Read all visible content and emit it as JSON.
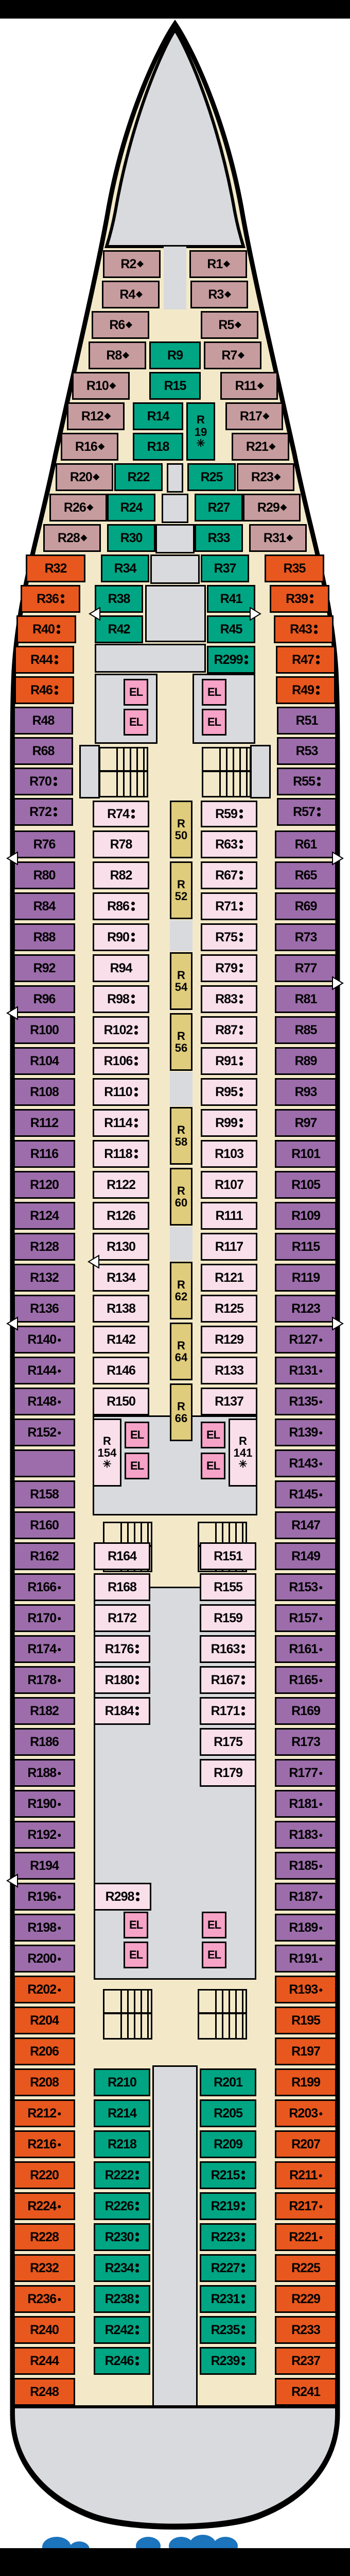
{
  "palette": {
    "mauve_cabin": "#c79c9e",
    "orange_cabin": "#e8571d",
    "green_cabin": "#00a583",
    "purple_cabin": "#9c6daa",
    "pink_cabin": "#f9dfe9",
    "elevator_pink": "#f6a3c7",
    "interior_yellow": "#dfcc7c",
    "corridor_cream": "#f3e9c8",
    "deck_gray": "#d9dadd",
    "wave_blue": "#1b74bc",
    "outline_black": "#000000"
  },
  "elevator_label": "EL",
  "symbol_glyphs": {
    "diamond": "◆",
    "dot": "●",
    "star": "✳",
    "dots": "two stacked dots"
  },
  "sections": {
    "bow_port": [
      {
        "label": "R2",
        "sym": "diamond"
      },
      {
        "label": "R4",
        "sym": "diamond"
      },
      {
        "label": "R6",
        "sym": "diamond"
      },
      {
        "label": "R8",
        "sym": "diamond"
      },
      {
        "label": "R10",
        "sym": "diamond"
      },
      {
        "label": "R12",
        "sym": "diamond"
      },
      {
        "label": "R16",
        "sym": "diamond"
      },
      {
        "label": "R20",
        "sym": "diamond"
      },
      {
        "label": "R26",
        "sym": "diamond"
      },
      {
        "label": "R28",
        "sym": "diamond"
      }
    ],
    "bow_stbd": [
      {
        "label": "R1",
        "sym": "diamond"
      },
      {
        "label": "R3",
        "sym": "diamond"
      },
      {
        "label": "R5",
        "sym": "diamond"
      },
      {
        "label": "R7",
        "sym": "diamond"
      },
      {
        "label": "R11",
        "sym": "diamond"
      },
      {
        "label": "R17",
        "sym": "diamond"
      },
      {
        "label": "R21",
        "sym": "diamond"
      },
      {
        "label": "R23",
        "sym": "diamond"
      },
      {
        "label": "R29",
        "sym": "diamond"
      },
      {
        "label": "R31",
        "sym": "diamond"
      }
    ],
    "bow_center": [
      {
        "label": "R9",
        "sym": null
      },
      {
        "label": "R15",
        "sym": null
      },
      {
        "label": "R14",
        "sym": null
      },
      {
        "label": "R18",
        "sym": null
      },
      {
        "label": "R19",
        "sym": "star"
      }
    ],
    "fwd_green_port": [
      {
        "label": "R22",
        "sym": null
      },
      {
        "label": "R24",
        "sym": null
      },
      {
        "label": "R30",
        "sym": null
      },
      {
        "label": "R34",
        "sym": null
      },
      {
        "label": "R38",
        "sym": null
      },
      {
        "label": "R42",
        "sym": null
      }
    ],
    "fwd_green_stbd": [
      {
        "label": "R25",
        "sym": null
      },
      {
        "label": "R27",
        "sym": null
      },
      {
        "label": "R33",
        "sym": null
      },
      {
        "label": "R37",
        "sym": null
      },
      {
        "label": "R41",
        "sym": null
      },
      {
        "label": "R45",
        "sym": null
      },
      {
        "label": "R299",
        "sym": "dots"
      }
    ],
    "fwd_orange_port": [
      {
        "label": "R32",
        "sym": null
      },
      {
        "label": "R36",
        "sym": "dots"
      },
      {
        "label": "R40",
        "sym": "dots"
      },
      {
        "label": "R44",
        "sym": "dots"
      },
      {
        "label": "R46",
        "sym": "dots"
      }
    ],
    "fwd_orange_stbd": [
      {
        "label": "R35",
        "sym": null
      },
      {
        "label": "R39",
        "sym": "dots"
      },
      {
        "label": "R43",
        "sym": "dots"
      },
      {
        "label": "R47",
        "sym": "dots"
      },
      {
        "label": "R49",
        "sym": "dots"
      }
    ],
    "fwd_purple_port": [
      {
        "label": "R48",
        "sym": null
      },
      {
        "label": "R68",
        "sym": null
      },
      {
        "label": "R70",
        "sym": "dots"
      },
      {
        "label": "R72",
        "sym": "dots"
      }
    ],
    "fwd_purple_stbd": [
      {
        "label": "R51",
        "sym": null
      },
      {
        "label": "R53",
        "sym": null
      },
      {
        "label": "R55",
        "sym": "dots"
      },
      {
        "label": "R57",
        "sym": "dots"
      }
    ],
    "mid_outer_port": [
      {
        "label": "R76",
        "sym": null
      },
      {
        "label": "R80",
        "sym": null
      },
      {
        "label": "R84",
        "sym": null
      },
      {
        "label": "R88",
        "sym": null
      },
      {
        "label": "R92",
        "sym": null
      },
      {
        "label": "R96",
        "sym": null
      },
      {
        "label": "R100",
        "sym": null
      },
      {
        "label": "R104",
        "sym": null
      },
      {
        "label": "R108",
        "sym": null
      },
      {
        "label": "R112",
        "sym": null
      },
      {
        "label": "R116",
        "sym": null
      },
      {
        "label": "R120",
        "sym": null
      },
      {
        "label": "R124",
        "sym": null
      },
      {
        "label": "R128",
        "sym": null
      },
      {
        "label": "R132",
        "sym": null
      },
      {
        "label": "R136",
        "sym": null
      },
      {
        "label": "R140",
        "sym": "dot"
      },
      {
        "label": "R144",
        "sym": "dot"
      },
      {
        "label": "R148",
        "sym": "dot"
      },
      {
        "label": "R152",
        "sym": "dot"
      },
      {
        "label": "",
        "sym": null
      },
      {
        "label": "R158",
        "sym": null
      }
    ],
    "mid_outer_stbd": [
      {
        "label": "R61",
        "sym": null
      },
      {
        "label": "R65",
        "sym": null
      },
      {
        "label": "R69",
        "sym": null
      },
      {
        "label": "R73",
        "sym": null
      },
      {
        "label": "R77",
        "sym": null
      },
      {
        "label": "R81",
        "sym": null
      },
      {
        "label": "R85",
        "sym": null
      },
      {
        "label": "R89",
        "sym": null
      },
      {
        "label": "R93",
        "sym": null
      },
      {
        "label": "R97",
        "sym": null
      },
      {
        "label": "R101",
        "sym": null
      },
      {
        "label": "R105",
        "sym": null
      },
      {
        "label": "R109",
        "sym": null
      },
      {
        "label": "R115",
        "sym": null
      },
      {
        "label": "R119",
        "sym": null
      },
      {
        "label": "R123",
        "sym": null
      },
      {
        "label": "R127",
        "sym": "dot"
      },
      {
        "label": "R131",
        "sym": "dot"
      },
      {
        "label": "R135",
        "sym": "dot"
      },
      {
        "label": "R139",
        "sym": "dot"
      },
      {
        "label": "R143",
        "sym": "dot"
      },
      {
        "label": "R145",
        "sym": "dot"
      }
    ],
    "mid_inner_port": [
      {
        "label": "R74",
        "sym": "dots"
      },
      {
        "label": "R78",
        "sym": null
      },
      {
        "label": "R82",
        "sym": null
      },
      {
        "label": "R86",
        "sym": "dots"
      },
      {
        "label": "R90",
        "sym": "dots"
      },
      {
        "label": "R94",
        "sym": null
      },
      {
        "label": "R98",
        "sym": "dots"
      },
      {
        "label": "R102",
        "sym": "dots"
      },
      {
        "label": "R106",
        "sym": "dots"
      },
      {
        "label": "R110",
        "sym": "dots"
      },
      {
        "label": "R114",
        "sym": "dots"
      },
      {
        "label": "R118",
        "sym": "dots"
      },
      {
        "label": "R122",
        "sym": null
      },
      {
        "label": "R126",
        "sym": null
      },
      {
        "label": "R130",
        "sym": null
      },
      {
        "label": "R134",
        "sym": null
      },
      {
        "label": "R138",
        "sym": null
      },
      {
        "label": "R142",
        "sym": null
      },
      {
        "label": "R146",
        "sym": null
      },
      {
        "label": "R150",
        "sym": null
      },
      {
        "label": "R154",
        "sym": "star"
      }
    ],
    "mid_inner_stbd": [
      {
        "label": "R59",
        "sym": "dots"
      },
      {
        "label": "R63",
        "sym": "dots"
      },
      {
        "label": "R67",
        "sym": "dots"
      },
      {
        "label": "R71",
        "sym": "dots"
      },
      {
        "label": "R75",
        "sym": "dots"
      },
      {
        "label": "R79",
        "sym": "dots"
      },
      {
        "label": "R83",
        "sym": "dots"
      },
      {
        "label": "R87",
        "sym": "dots"
      },
      {
        "label": "R91",
        "sym": "dots"
      },
      {
        "label": "R95",
        "sym": "dots"
      },
      {
        "label": "R99",
        "sym": "dots"
      },
      {
        "label": "R103",
        "sym": null
      },
      {
        "label": "R107",
        "sym": null
      },
      {
        "label": "R111",
        "sym": null
      },
      {
        "label": "R117",
        "sym": null
      },
      {
        "label": "R121",
        "sym": null
      },
      {
        "label": "R125",
        "sym": null
      },
      {
        "label": "R129",
        "sym": null
      },
      {
        "label": "R133",
        "sym": null
      },
      {
        "label": "R137",
        "sym": null
      },
      {
        "label": "R141",
        "sym": "star"
      }
    ],
    "center_interior": [
      {
        "label": "R50",
        "sym": null
      },
      {
        "label": "R52",
        "sym": null
      },
      {
        "label": "R54",
        "sym": null
      },
      {
        "label": "R56",
        "sym": null
      },
      {
        "label": "R58",
        "sym": null
      },
      {
        "label": "R60",
        "sym": null
      },
      {
        "label": "R62",
        "sym": null
      },
      {
        "label": "R64",
        "sym": null
      },
      {
        "label": "R66",
        "sym": null
      }
    ],
    "aft_outer_port": [
      {
        "label": "R160",
        "sym": null
      },
      {
        "label": "R162",
        "sym": null
      },
      {
        "label": "R166",
        "sym": "dot"
      },
      {
        "label": "R170",
        "sym": "dot"
      },
      {
        "label": "R174",
        "sym": "dot"
      },
      {
        "label": "R178",
        "sym": "dot"
      },
      {
        "label": "R182",
        "sym": null
      },
      {
        "label": "R186",
        "sym": null
      },
      {
        "label": "R188",
        "sym": "dot"
      },
      {
        "label": "R190",
        "sym": "dot"
      },
      {
        "label": "R192",
        "sym": "dot"
      },
      {
        "label": "R194",
        "sym": null
      },
      {
        "label": "R196",
        "sym": "dot"
      },
      {
        "label": "R198",
        "sym": "dot"
      },
      {
        "label": "R200",
        "sym": "dot"
      },
      {
        "label": "R202",
        "sym": "dot"
      },
      {
        "label": "R204",
        "sym": null
      },
      {
        "label": "R206",
        "sym": null
      },
      {
        "label": "R208",
        "sym": null
      },
      {
        "label": "R212",
        "sym": "dot"
      },
      {
        "label": "R216",
        "sym": "dot"
      },
      {
        "label": "R220",
        "sym": null
      },
      {
        "label": "R224",
        "sym": "dot"
      },
      {
        "label": "R228",
        "sym": null
      },
      {
        "label": "R232",
        "sym": null
      },
      {
        "label": "R236",
        "sym": "dot"
      },
      {
        "label": "R240",
        "sym": null
      },
      {
        "label": "R244",
        "sym": null
      },
      {
        "label": "R248",
        "sym": null
      }
    ],
    "aft_outer_stbd": [
      {
        "label": "R147",
        "sym": null
      },
      {
        "label": "R149",
        "sym": null
      },
      {
        "label": "R153",
        "sym": "dot"
      },
      {
        "label": "R157",
        "sym": "dot"
      },
      {
        "label": "R161",
        "sym": "dot"
      },
      {
        "label": "R165",
        "sym": "dot"
      },
      {
        "label": "R169",
        "sym": null
      },
      {
        "label": "R173",
        "sym": null
      },
      {
        "label": "R177",
        "sym": "dot"
      },
      {
        "label": "R181",
        "sym": "dot"
      },
      {
        "label": "R183",
        "sym": "dot"
      },
      {
        "label": "R185",
        "sym": "dot"
      },
      {
        "label": "R187",
        "sym": "dot"
      },
      {
        "label": "R189",
        "sym": "dot"
      },
      {
        "label": "R191",
        "sym": "dot"
      },
      {
        "label": "R193",
        "sym": "dot"
      },
      {
        "label": "R195",
        "sym": null
      },
      {
        "label": "R197",
        "sym": null
      },
      {
        "label": "R199",
        "sym": null
      },
      {
        "label": "R203",
        "sym": "dot"
      },
      {
        "label": "R207",
        "sym": null
      },
      {
        "label": "R211",
        "sym": "dot"
      },
      {
        "label": "R217",
        "sym": "dot"
      },
      {
        "label": "R221",
        "sym": "dot"
      },
      {
        "label": "R225",
        "sym": null
      },
      {
        "label": "R229",
        "sym": null
      },
      {
        "label": "R233",
        "sym": null
      },
      {
        "label": "R237",
        "sym": null
      },
      {
        "label": "R241",
        "sym": null
      }
    ],
    "aft_inner_port_pink": [
      {
        "label": "R164",
        "sym": null
      },
      {
        "label": "R168",
        "sym": null
      },
      {
        "label": "R172",
        "sym": null
      },
      {
        "label": "R176",
        "sym": "dots"
      },
      {
        "label": "R180",
        "sym": "dots"
      },
      {
        "label": "R184",
        "sym": "dots"
      }
    ],
    "aft_inner_stbd_pink": [
      {
        "label": "R151",
        "sym": null
      },
      {
        "label": "R155",
        "sym": null
      },
      {
        "label": "R159",
        "sym": null
      },
      {
        "label": "R163",
        "sym": "dots"
      },
      {
        "label": "R167",
        "sym": "dots"
      },
      {
        "label": "R171",
        "sym": "dots"
      },
      {
        "label": "R175",
        "sym": null
      },
      {
        "label": "R179",
        "sym": null
      }
    ],
    "aft_single": [
      {
        "label": "R298",
        "sym": "dots"
      }
    ],
    "aft_green_port": [
      {
        "label": "R210",
        "sym": null
      },
      {
        "label": "R214",
        "sym": null
      },
      {
        "label": "R218",
        "sym": null
      },
      {
        "label": "R222",
        "sym": "dots"
      },
      {
        "label": "R226",
        "sym": "dots"
      },
      {
        "label": "R230",
        "sym": "dots"
      },
      {
        "label": "R234",
        "sym": "dots"
      },
      {
        "label": "R238",
        "sym": "dots"
      },
      {
        "label": "R242",
        "sym": "dots"
      },
      {
        "label": "R246",
        "sym": "dots"
      }
    ],
    "aft_green_stbd": [
      {
        "label": "R201",
        "sym": null
      },
      {
        "label": "R205",
        "sym": null
      },
      {
        "label": "R209",
        "sym": null
      },
      {
        "label": "R215",
        "sym": "dots"
      },
      {
        "label": "R219",
        "sym": "dots"
      },
      {
        "label": "R223",
        "sym": "dots"
      },
      {
        "label": "R227",
        "sym": "dots"
      },
      {
        "label": "R231",
        "sym": "dots"
      },
      {
        "label": "R235",
        "sym": "dots"
      },
      {
        "label": "R239",
        "sym": "dots"
      }
    ]
  }
}
